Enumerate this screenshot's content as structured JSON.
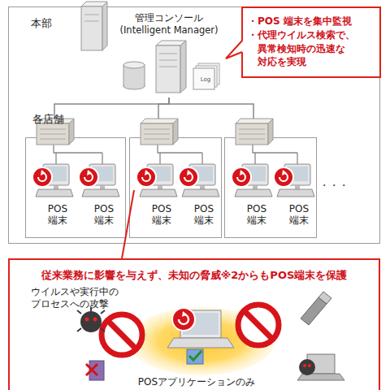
{
  "diagram": {
    "nodes": [
      {},
      {
        "text": [
          "管理コンソール (Intelligent Manager)"
        ],
        "in": 0
      },
      {
        "text": [
          "・POS 端末を集中監視",
          "・代理ウイルス検索で、 異常検知時の迅速な 対応を実現"
        ]
      },
      {
        "in": 0
      },
      {
        "text": [
          "POS 端末"
        ],
        "in": 3
      },
      {
        "text": [
          "POS 端末"
        ],
        "in": 3
      },
      {
        "in": 0
      },
      {
        "text": [
          "POS 端末"
        ],
        "in": 6
      },
      {
        "text": [
          "POS 端末"
        ],
        "in": 6
      },
      {
        "in": 0
      },
      {
        "text": [
          "POS 端末"
        ],
        "in": 9
      },
      {
        "text": [
          "POS 端末"
        ],
        "in": 9
      },
      {
        "text": [
          "従来業務に影響を与えず、未知の脅威※2からもPOS端末を保護"
        ]
      }
    ],
    "edges": [
      {
        "from": 1,
        "to": 3,
        "arrow": "none"
      },
      {
        "from": 1,
        "to": 6,
        "arrow": "none"
      },
      {
        "from": 1,
        "to": 9,
        "arrow": "none"
      },
      {
        "from": 7,
        "to": 12,
        "arrow": "none"
      }
    ],
    "labels": [
      "本部",
      "各店舗",
      "・・・",
      "Log",
      "ウイルスや実行中の プロセスへの攻撃",
      "POSアプリケーションのみ"
    ]
  }
}
